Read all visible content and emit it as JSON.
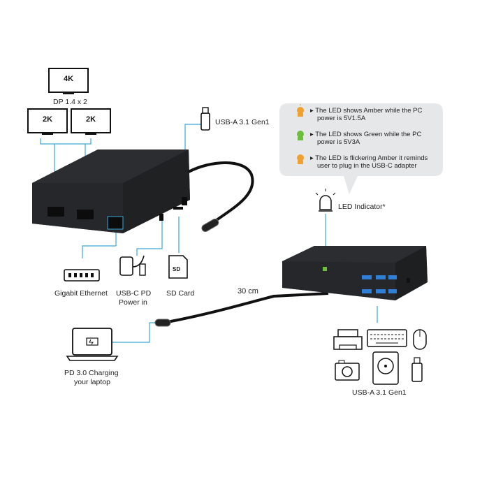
{
  "monitors": {
    "top_label": "4K",
    "left_label": "2K",
    "right_label": "2K",
    "dp_caption": "DP 1.4 x 2"
  },
  "labels": {
    "usb_a_top": "USB-A 3.1 Gen1",
    "gigabit_ethernet": "Gigabit Ethernet",
    "usb_c_pd_line1": "USB-C PD",
    "usb_c_pd_line2": "Power in",
    "sd_card": "SD Card",
    "cable_length": "30 cm",
    "pd_charging_line1": "PD 3.0 Charging",
    "pd_charging_line2": "your laptop",
    "led_indicator": "LED Indicator*",
    "usb_a_bottom": "USB-A 3.1 Gen1"
  },
  "led_notes": [
    {
      "line1": "▸ The LED shows Amber while the PC",
      "line2": "power is 5V1.5A",
      "color": "#f0a030"
    },
    {
      "line1": "▸ The LED shows Green while the PC",
      "line2": "power is 5V3A",
      "color": "#6cbf3c"
    },
    {
      "line1": "▸ The LED is flickering Amber it reminds",
      "line2": "user to plug in the USB-C adapter",
      "color": "#f0a030"
    }
  ],
  "colors": {
    "connector_line": "#3aa6d8",
    "dock_body": "#2a2c2e",
    "usb_port": "#2f7fd6",
    "bubble_bg": "#e6e7e8"
  },
  "icons": [
    "usb-stick-icon",
    "ethernet-icon",
    "power-adapter-icon",
    "sd-card-icon",
    "laptop-icon",
    "printer-icon",
    "keyboard-icon",
    "mouse-icon",
    "camera-icon",
    "hard-drive-icon",
    "led-bulb-icon"
  ]
}
